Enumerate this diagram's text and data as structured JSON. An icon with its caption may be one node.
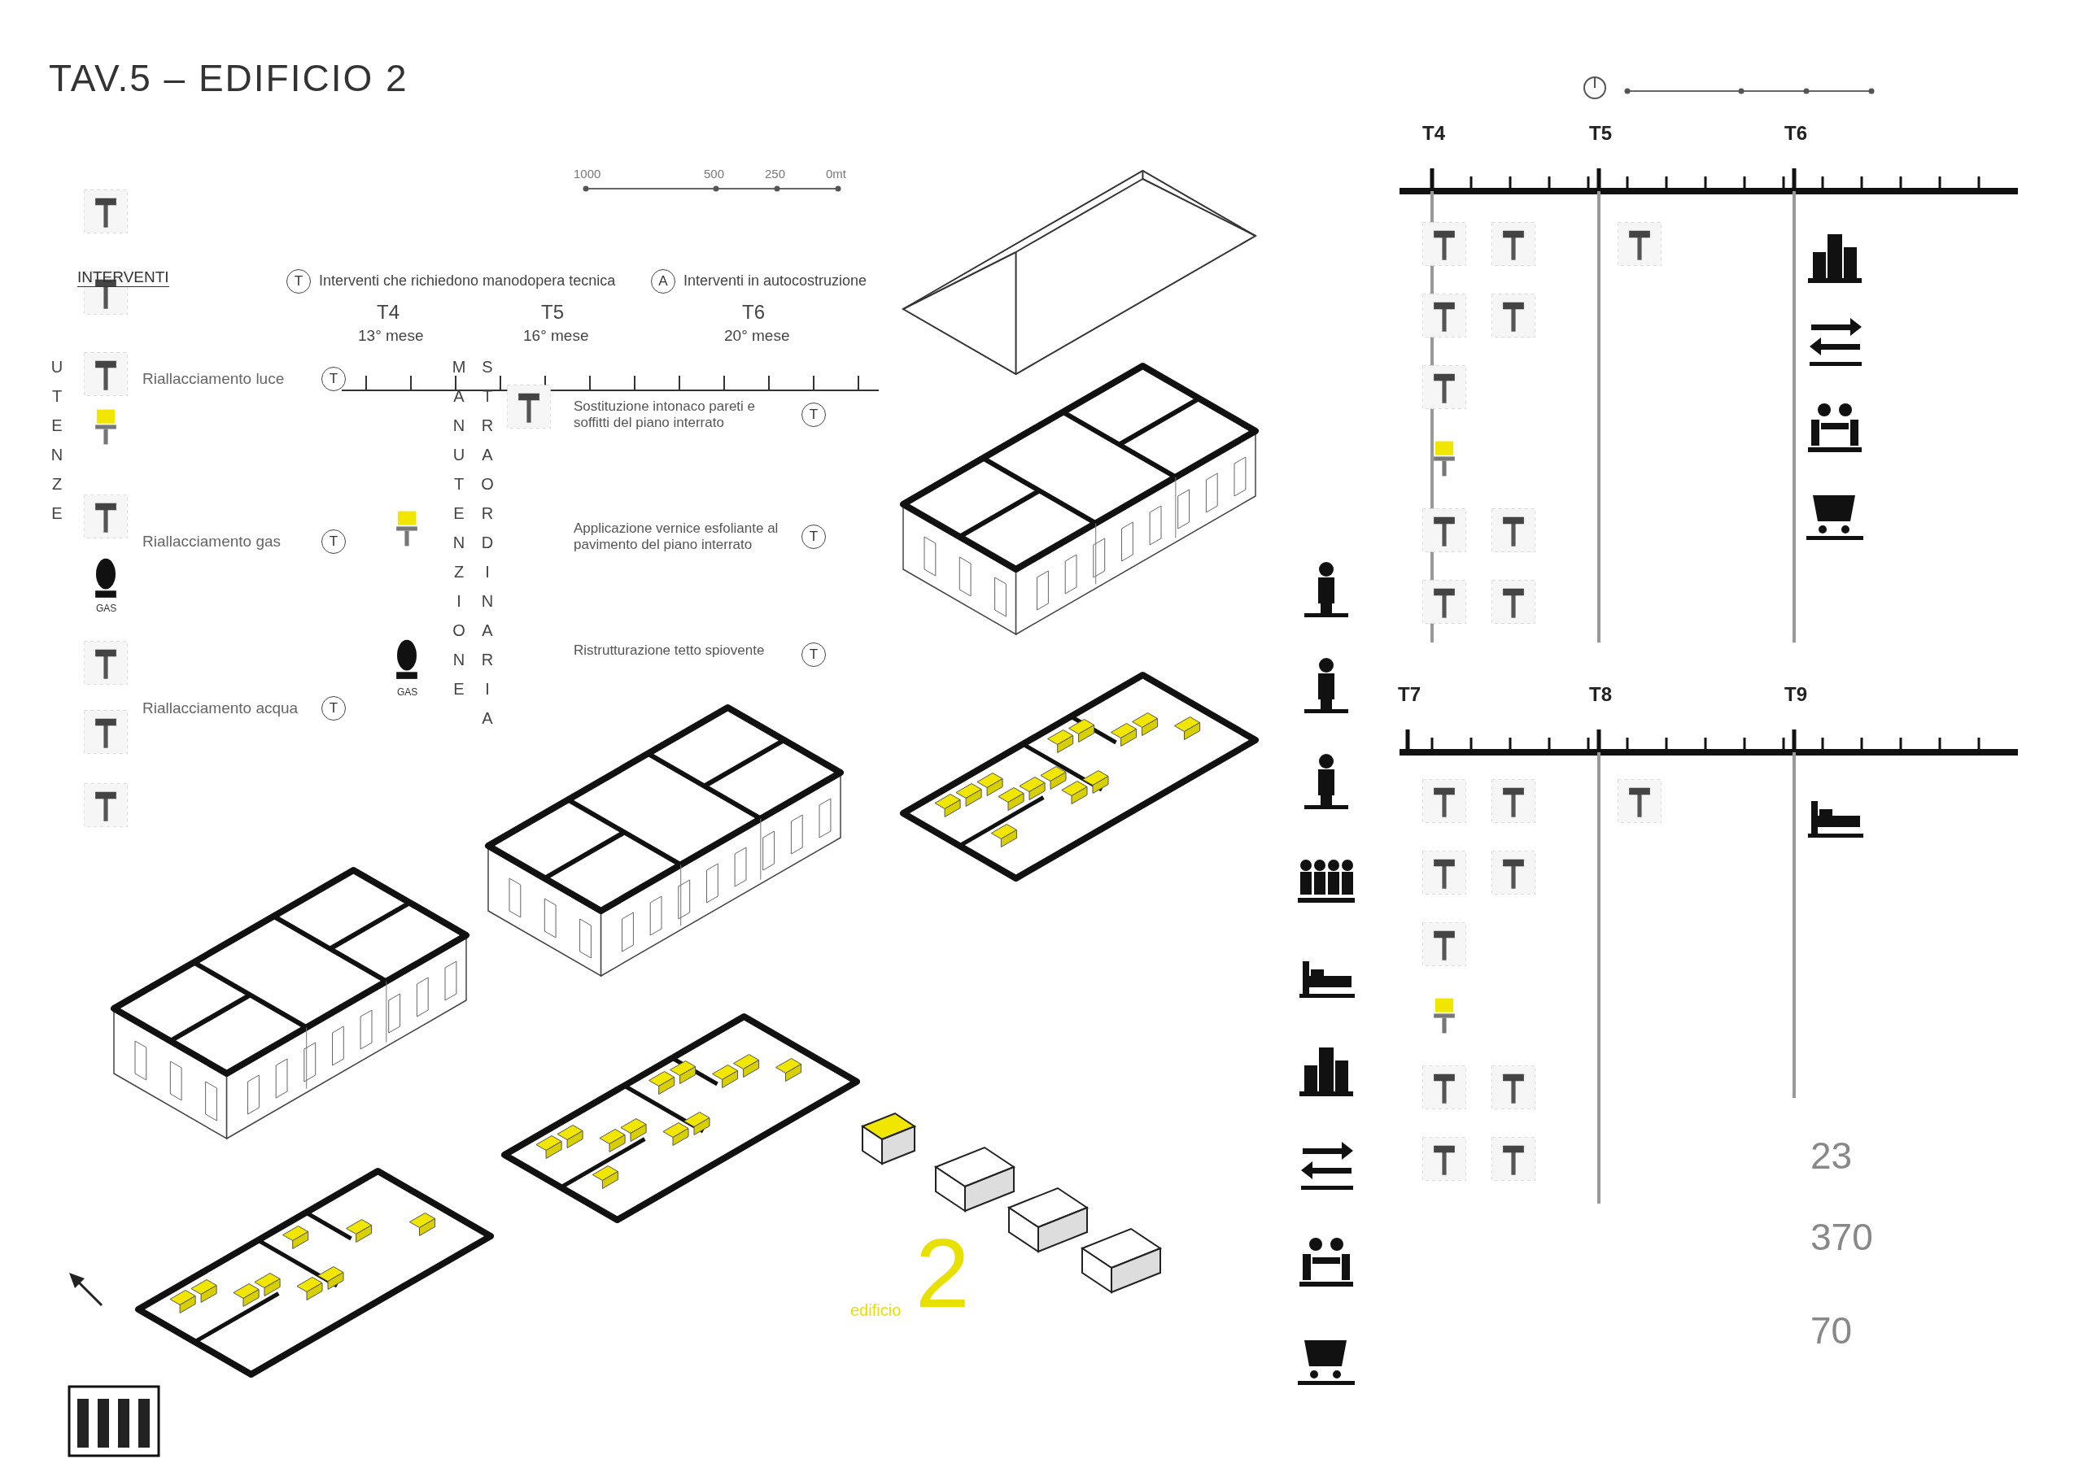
{
  "diagram": {
    "title": "TAV.5 – EDIFICIO 2",
    "labels": [
      "INTERVENTI",
      "T",
      "Interventi che richiedono manodopera tecnica",
      "A",
      "Interventi in autocostruzione",
      "T4",
      "13° mese",
      "T5",
      "16° mese",
      "T6",
      "20° mese",
      "1000",
      "500",
      "250",
      "0mt",
      "UTENZE",
      "Riallacciamento luce",
      "T",
      "Riallacciamento gas",
      "T",
      "GAS",
      "Riallacciamento acqua",
      "T",
      "MANUTENZIONE",
      "STRAORDINARIA",
      "Sostituzione intonaco pareti e soffitti del piano interrato",
      "T",
      "Applicazione vernice esfoliante al pavimento del piano interrato",
      "T",
      "GAS",
      "Ristrutturazione tetto spiovente",
      "T",
      "T4",
      "T5",
      "T6",
      "T7",
      "T8",
      "T9",
      "23",
      "370",
      "70",
      "edificio",
      "2"
    ]
  }
}
